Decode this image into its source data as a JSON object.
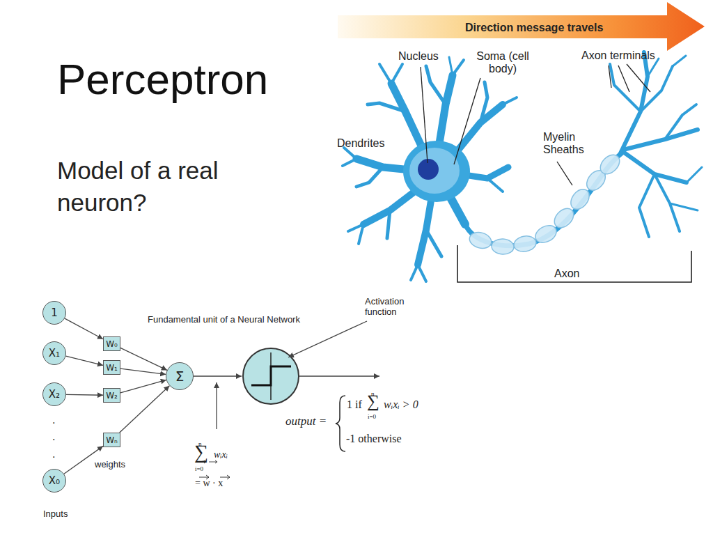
{
  "diagram": {
    "title": "Perceptron",
    "nodes": [
      {
        "text": [
          "1"
        ]
      },
      {
        "text": [
          "X₁"
        ]
      },
      {
        "text": [
          "X₂"
        ]
      },
      {
        "text": [
          "X₀"
        ]
      },
      {
        "text": [
          "W₀"
        ]
      },
      {
        "text": [
          "W₁"
        ]
      },
      {
        "text": [
          "W₂"
        ]
      },
      {
        "text": [
          "Wₙ"
        ]
      },
      {
        "text": [
          "Σ"
        ]
      }
    ],
    "edges": [
      {
        "from": 0,
        "to": 4,
        "arrow": "to"
      },
      {
        "from": 1,
        "to": 5,
        "arrow": "to"
      },
      {
        "from": 2,
        "to": 6,
        "arrow": "to"
      },
      {
        "from": 3,
        "to": 7,
        "arrow": "to"
      },
      {
        "from": 4,
        "to": 8,
        "arrow": "to"
      },
      {
        "from": 5,
        "to": 8,
        "arrow": "to"
      },
      {
        "from": 6,
        "to": 8,
        "arrow": "to"
      },
      {
        "from": 7,
        "to": 8,
        "arrow": "to"
      }
    ],
    "labels": [
      "Direction message travels",
      "Nucleus",
      "Soma (cell body)",
      "Axon terminals",
      "Dendrites",
      "Myelin Sheaths",
      "Axon",
      "Model of a real neuron?",
      "Fundamental unit of a Neural Network",
      "Activation function",
      "weights",
      "Inputs",
      ".",
      ".",
      ".",
      "n",
      "∑",
      "wᵢxᵢ",
      "i=0",
      "= w · x",
      "output =",
      "1 if",
      "n",
      "∑",
      "i=0",
      "wᵢxᵢ > 0",
      "-1 otherwise"
    ]
  }
}
